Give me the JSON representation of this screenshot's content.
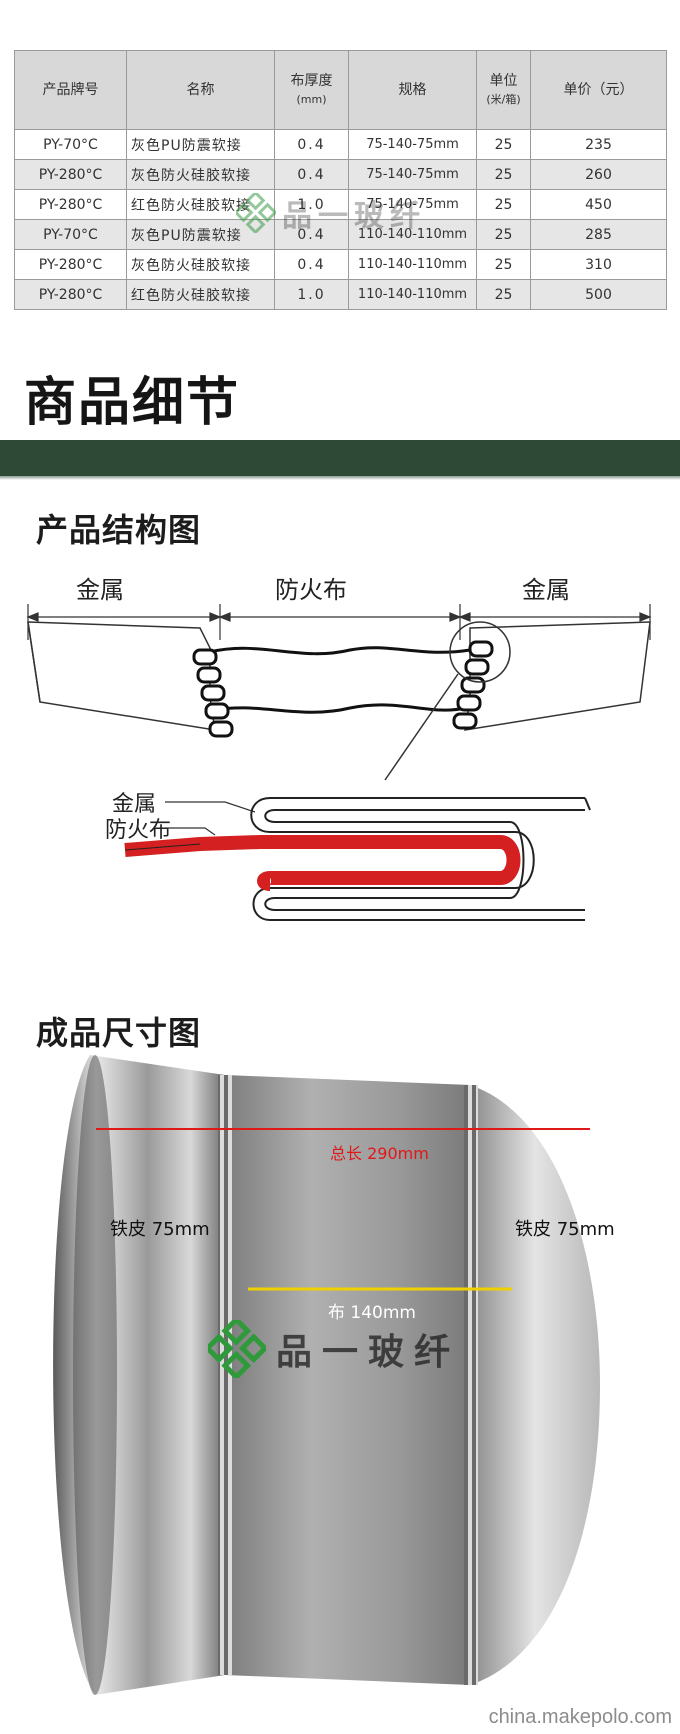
{
  "table": {
    "headers": [
      {
        "label": "产品牌号",
        "sub": ""
      },
      {
        "label": "名称",
        "sub": ""
      },
      {
        "label": "布厚度",
        "sub": "(mm)"
      },
      {
        "label": "规格",
        "sub": ""
      },
      {
        "label": "单位",
        "sub": "(米/箱)"
      },
      {
        "label": "单价（元）",
        "sub": ""
      }
    ],
    "rows": [
      [
        "PY-70°C",
        "灰色PU防震软接",
        "0.4",
        "75-140-75mm",
        "25",
        "235"
      ],
      [
        "PY-280°C",
        "灰色防火硅胶软接",
        "0.4",
        "75-140-75mm",
        "25",
        "260"
      ],
      [
        "PY-280°C",
        "红色防火硅胶软接",
        "1.0",
        "75-140-75mm",
        "25",
        "450"
      ],
      [
        "PY-70°C",
        "灰色PU防震软接",
        "0.4",
        "110-140-110mm",
        "25",
        "285"
      ],
      [
        "PY-280°C",
        "灰色防火硅胶软接",
        "0.4",
        "110-140-110mm",
        "25",
        "310"
      ],
      [
        "PY-280°C",
        "红色防火硅胶软接",
        "1.0",
        "110-140-110mm",
        "25",
        "500"
      ]
    ]
  },
  "watermark_text": "品一玻纤",
  "brand_colors": {
    "green": "#2e8b3a",
    "section_bar": "#2e4a36",
    "fire_cloth": "#d42020"
  },
  "section_title": "商品细节",
  "structure": {
    "title": "产品结构图",
    "labels": {
      "metal_left": "金属",
      "fire_cloth": "防火布",
      "metal_right": "金属"
    },
    "detail_labels": {
      "metal": "金属",
      "fire_cloth": "防火布"
    }
  },
  "size": {
    "title": "成品尺寸图",
    "total_length": "总长 290mm",
    "sheet_left": "铁皮 75mm",
    "sheet_right": "铁皮 75mm",
    "cloth": "布 140mm"
  },
  "footer": {
    "source": "china.makepolo.com"
  },
  "icons": [
    "green-diamond-logo-icon"
  ]
}
